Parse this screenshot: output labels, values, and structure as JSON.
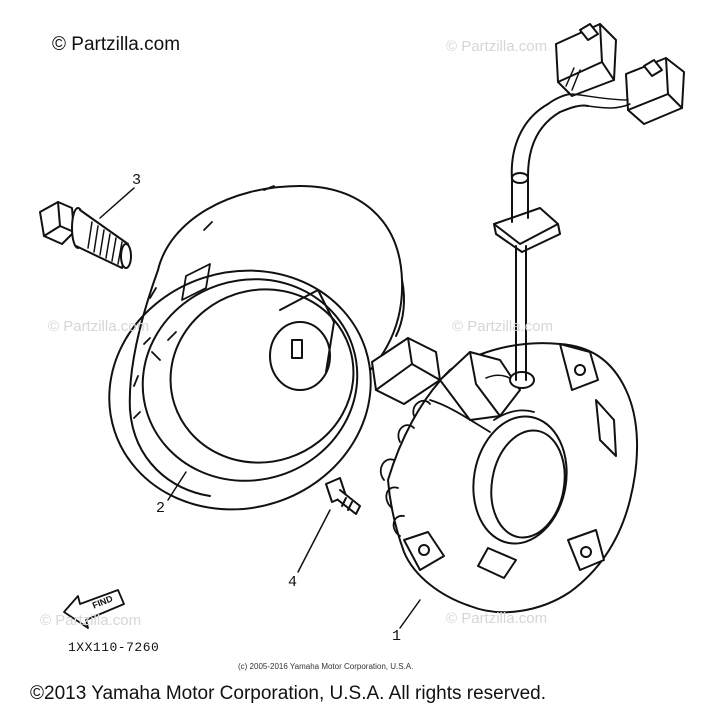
{
  "watermark_main": "© Partzilla.com",
  "watermark_faint": "© Partzilla.com",
  "callouts": [
    "1",
    "2",
    "3",
    "4"
  ],
  "find_label": "FIND",
  "part_code": "1XX110-7260",
  "small_copyright": "(c) 2005-2016 Yamaha Motor Corporation, U.S.A.",
  "footer_copyright": "©2013 Yamaha Motor Corporation, U.S.A. All rights reserved."
}
